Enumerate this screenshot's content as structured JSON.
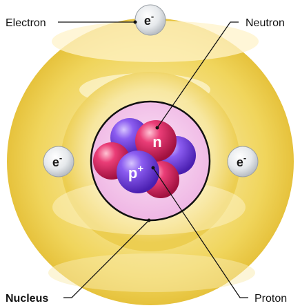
{
  "labels": {
    "electron": "Electron",
    "neutron": "Neutron",
    "nucleus": "Nucleus",
    "proton": "Proton"
  },
  "particles": {
    "electron_symbol": "e",
    "electron_charge": "-",
    "neutron_symbol": "n",
    "proton_symbol": "p",
    "proton_charge": "+"
  },
  "colors": {
    "electron_cloud": "#f3dc6a",
    "nucleus_background": "#f6c8ee",
    "proton": "#7d4fe0",
    "neutron": "#e3366f",
    "electron": "#e9ecef",
    "leader_line": "#111111"
  }
}
